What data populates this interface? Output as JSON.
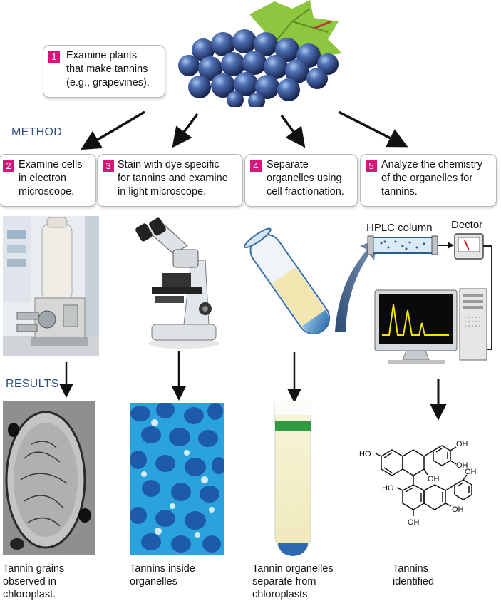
{
  "section_labels": {
    "method": "METHOD",
    "results": "RESULTS"
  },
  "steps": [
    {
      "num": "1",
      "text": "Examine plants\nthat make tannins\n(e.g., grapevines)."
    },
    {
      "num": "2",
      "text": "Examine cells\nin electron\nmicroscope."
    },
    {
      "num": "3",
      "text": "Stain with dye specific\nfor tannins and examine\nin light microscope."
    },
    {
      "num": "4",
      "text": "Separate\norganelles using\ncell fractionation."
    },
    {
      "num": "5",
      "text": "Analyze the chemistry\nof the organelles for\ntannins."
    }
  ],
  "equipment_labels": {
    "hplc": "HPLC column",
    "detector": "Dector"
  },
  "results": [
    {
      "caption": "Tannin grains\nobserved in\nchloroplast."
    },
    {
      "caption": "Tannins inside\norganelles"
    },
    {
      "caption": "Tannin organelles\nseparate from\nchloroplasts"
    },
    {
      "caption": "Tannins\nidentified"
    }
  ],
  "molecule_labels": [
    "HO",
    "OH",
    "OH",
    "OH",
    "OH",
    "HO",
    "OH",
    "OH",
    "OH"
  ],
  "colors": {
    "accent": "#d6177a",
    "heading": "#2b4e7e",
    "stain": "#1e9ad6",
    "peak": "#f2e600"
  }
}
